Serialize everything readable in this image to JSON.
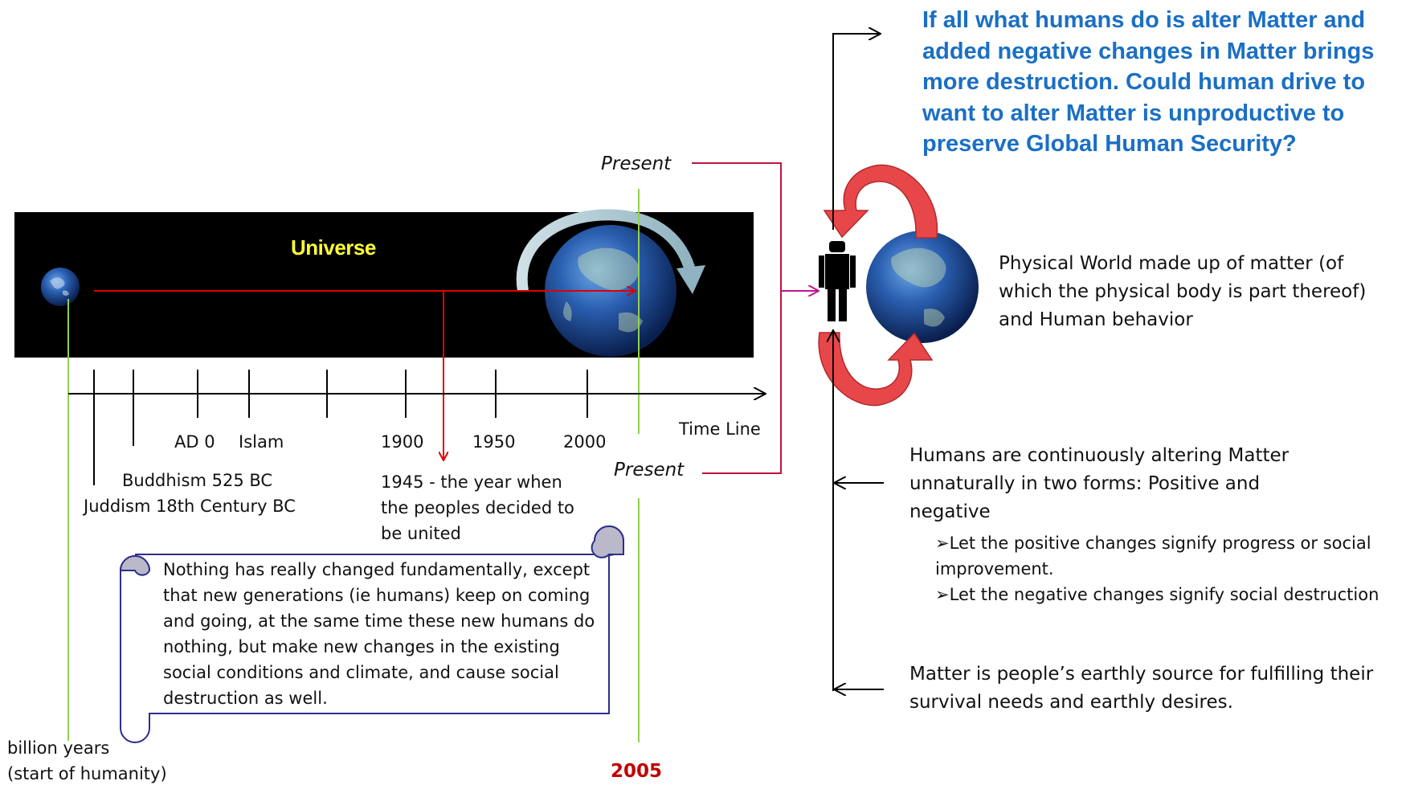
{
  "question": "If all what humans do is alter Matter and added negative changes in Matter brings more destruction. Could human drive to want to alter Matter is unproductive to preserve Global Human Security?",
  "universe_label": "Universe",
  "present_top": "Present",
  "present_bottom": "Present",
  "timeline": {
    "axis_label": "Time Line",
    "ticks": {
      "ad0": "AD 0",
      "islam": "Islam",
      "y1900": "1900",
      "y1950": "1950",
      "y2000": "2000"
    },
    "buddhism": "Buddhism 525 BC",
    "judaism": "Juddism 18th Century BC",
    "year1945": "1945 - the year when the peoples decided to be united",
    "start_line1": "billion years",
    "start_line2": "(start of humanity)",
    "end_year": "2005"
  },
  "scroll_text": "Nothing has really changed fundamentally, except that new generations (ie humans) keep on coming and going, at the same time these new humans do nothing, but make new changes in the existing social conditions and climate, and cause social destruction as well.",
  "physical_world": "Physical World made  up of matter (of which the physical body is part thereof) and Human behavior",
  "humans_altering": "Humans are continuously altering Matter unnaturally in two forms: Positive and negative",
  "bullet_positive": "Let the positive changes signify progress or social improvement.",
  "bullet_negative": "Let the negative changes signify social destruction",
  "matter_source": "Matter is people’s earthly source for fulfilling their survival needs and earthly desires.",
  "colors": {
    "question": "#1a6fc4",
    "universe": "#ffff33",
    "red_arrow": "#e00000",
    "present_connector": "#c0143c",
    "green_line": "#92d050",
    "scroll_border": "#2e2e8a",
    "cycle_arrow": "#e8474a"
  }
}
